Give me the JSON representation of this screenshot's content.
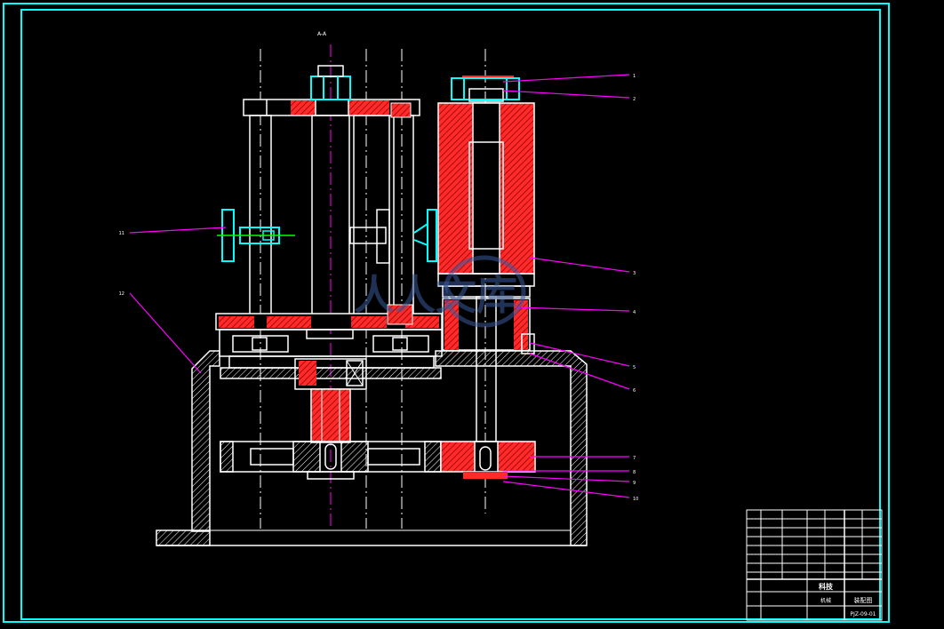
{
  "drawing": {
    "title_block": {
      "part_name": "装配图",
      "drawing_number": "PJZ-09-01",
      "company": "机械",
      "name_cell": "科技"
    },
    "top_label": "A-A",
    "watermark": "人人文库",
    "callouts": [
      "1",
      "2",
      "3",
      "4",
      "5",
      "6",
      "7",
      "8",
      "9",
      "10",
      "11",
      "12"
    ],
    "colors": {
      "background": "#000000",
      "frame": "#00ffff",
      "outline": "#ffffff",
      "section_fill": "#ff2a2a",
      "leader": "#ff00ff",
      "centerline": "#ff00ff",
      "handwheel": "#00ffff",
      "handwheel_axis": "#00ff00"
    }
  }
}
